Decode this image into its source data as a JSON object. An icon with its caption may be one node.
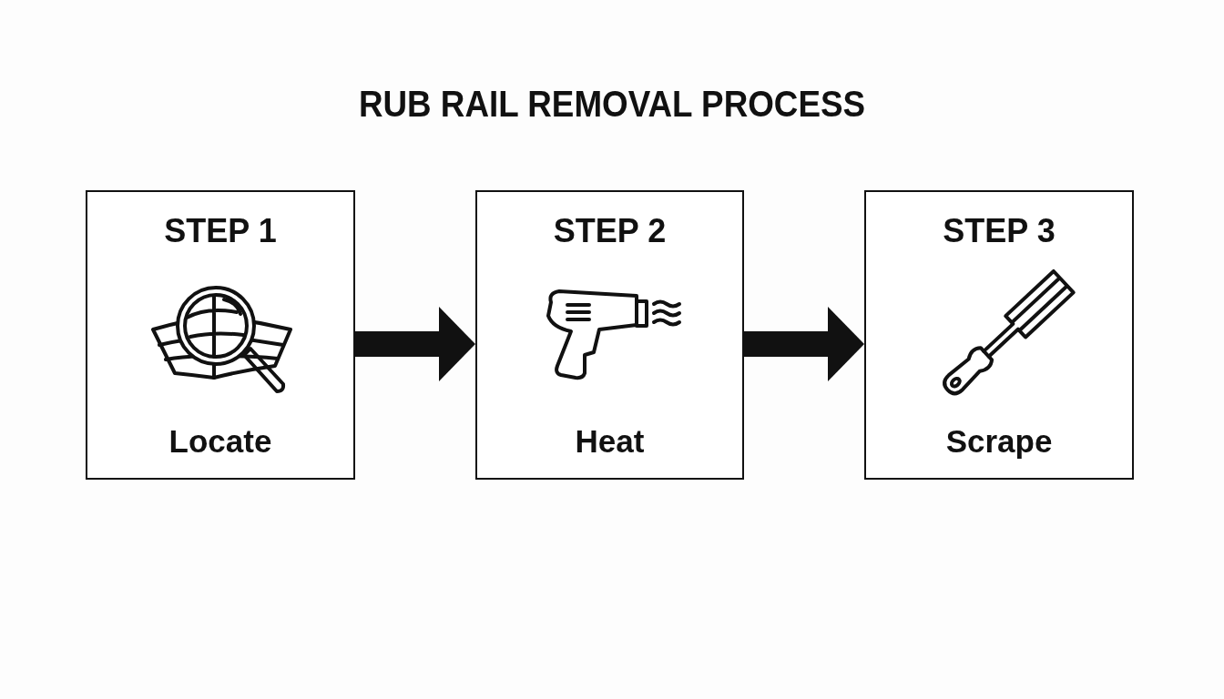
{
  "diagram": {
    "title": "RUB RAIL REMOVAL PROCESS",
    "nodes": [
      {
        "text": [
          "STEP 1",
          "Locate"
        ]
      },
      {
        "text": [
          "STEP 2",
          "Heat"
        ]
      },
      {
        "text": [
          "STEP 3",
          "Scrape"
        ]
      }
    ],
    "edges": [
      {
        "from": 0,
        "to": 1,
        "arrow": "to"
      },
      {
        "from": 1,
        "to": 2,
        "arrow": "to"
      }
    ]
  }
}
